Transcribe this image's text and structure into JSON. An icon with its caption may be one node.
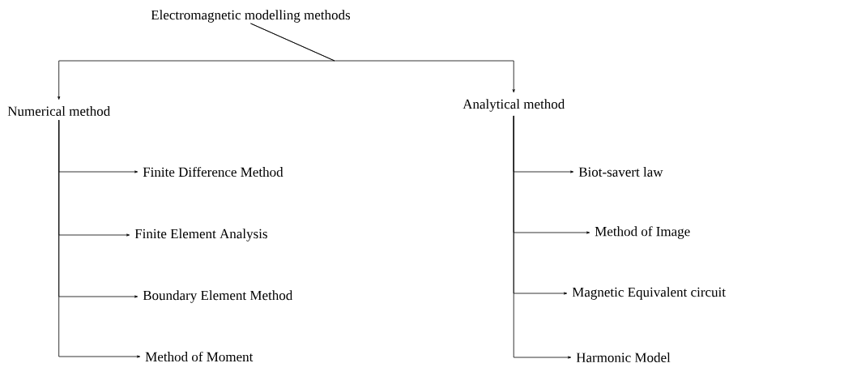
{
  "diagram": {
    "title": "Electromagnetic modelling methods",
    "nodes": [
      {
        "text": [
          "Numerical method"
        ]
      },
      {
        "text": [
          "Analytical method"
        ]
      },
      {
        "text": [
          "Finite Difference Method"
        ]
      },
      {
        "text": [
          "Finite Element Analysis"
        ]
      },
      {
        "text": [
          "Boundary Element Method"
        ]
      },
      {
        "text": [
          "Method of Moment"
        ]
      },
      {
        "text": [
          "Biot-savert law"
        ]
      },
      {
        "text": [
          "Method of Image"
        ]
      },
      {
        "text": [
          "Magnetic Equivalent circuit"
        ]
      },
      {
        "text": [
          "Harmonic Model"
        ]
      }
    ],
    "edges": [
      {
        "from": null,
        "to": 0,
        "arrow": "to"
      },
      {
        "from": null,
        "to": 1,
        "arrow": "to"
      },
      {
        "from": 0,
        "to": 2,
        "arrow": "to"
      },
      {
        "from": 0,
        "to": 3,
        "arrow": "to"
      },
      {
        "from": 0,
        "to": 4,
        "arrow": "to"
      },
      {
        "from": 0,
        "to": 5,
        "arrow": "to"
      },
      {
        "from": 1,
        "to": 6,
        "arrow": "to"
      },
      {
        "from": 1,
        "to": 7,
        "arrow": "to"
      },
      {
        "from": 1,
        "to": 8,
        "arrow": "to"
      },
      {
        "from": 1,
        "to": 9,
        "arrow": "to"
      }
    ]
  }
}
